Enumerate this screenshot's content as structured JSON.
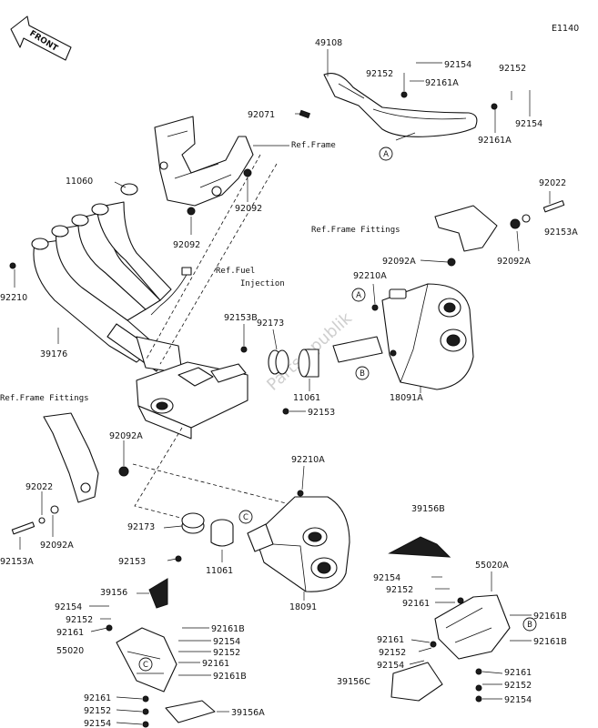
{
  "diagram_code": "E1140",
  "front_label": "FRONT",
  "watermark": "Partsrepublik",
  "callouts": [
    "A",
    "B",
    "C"
  ],
  "part_labels": {
    "p49108": "49108",
    "p92152_top": "92152",
    "p92154_top": "92154",
    "p92161A_top": "92161A",
    "p92152_tr": "92152",
    "p92154_tr": "92154",
    "p92161A_tr": "92161A",
    "p92071": "92071",
    "ref_frame": "Ref.Frame",
    "p92092_a": "92092",
    "p92092_b": "92092",
    "p11060": "11060",
    "p92022_r": "92022",
    "p92153A_r": "92153A",
    "ref_frame_fittings_r": "Ref.Frame Fittings",
    "p92092A_r1": "92092A",
    "p92092A_r2": "92092A",
    "ref_fuel": "Ref.Fuel",
    "ref_fuel2": "Injection",
    "p92210A_top": "92210A",
    "p92210": "92210",
    "p92153B": "92153B",
    "p92173_top": "92173",
    "p39176": "39176",
    "p11061_top": "11061",
    "p18091A": "18091A",
    "ref_frame_fittings_l": "Ref.Frame Fittings",
    "p92153_mid": "92153",
    "p92092A_l1": "92092A",
    "p92210A_bot": "92210A",
    "p92022_l": "92022",
    "p92092A_l2": "92092A",
    "p92153A_l": "92153A",
    "p92173_bot": "92173",
    "p92153_bot": "92153",
    "p11061_bot": "11061",
    "p18091": "18091",
    "p39156B": "39156B",
    "p55020A": "55020A",
    "p92154_r1": "92154",
    "p92152_r1": "92152",
    "p92161_r1": "92161",
    "p92161B_r1": "92161B",
    "p92161B_r2": "92161B",
    "p92161_r2": "92161",
    "p92152_r2": "92152",
    "p92154_r2": "92154",
    "p39156C": "39156C",
    "p92161_r3": "92161",
    "p92152_r3": "92152",
    "p92154_r3": "92154",
    "p39156": "39156",
    "p92154_l1": "92154",
    "p92152_l1": "92152",
    "p92161_l1": "92161",
    "p92161B_l1": "92161B",
    "p92154_l2": "92154",
    "p92152_l2": "92152",
    "p92161_l2": "92161",
    "p92161B_l2": "92161B",
    "p55020": "55020",
    "p92161_l3": "92161",
    "p92152_l3": "92152",
    "p92154_l3": "92154",
    "p39156A": "39156A"
  }
}
